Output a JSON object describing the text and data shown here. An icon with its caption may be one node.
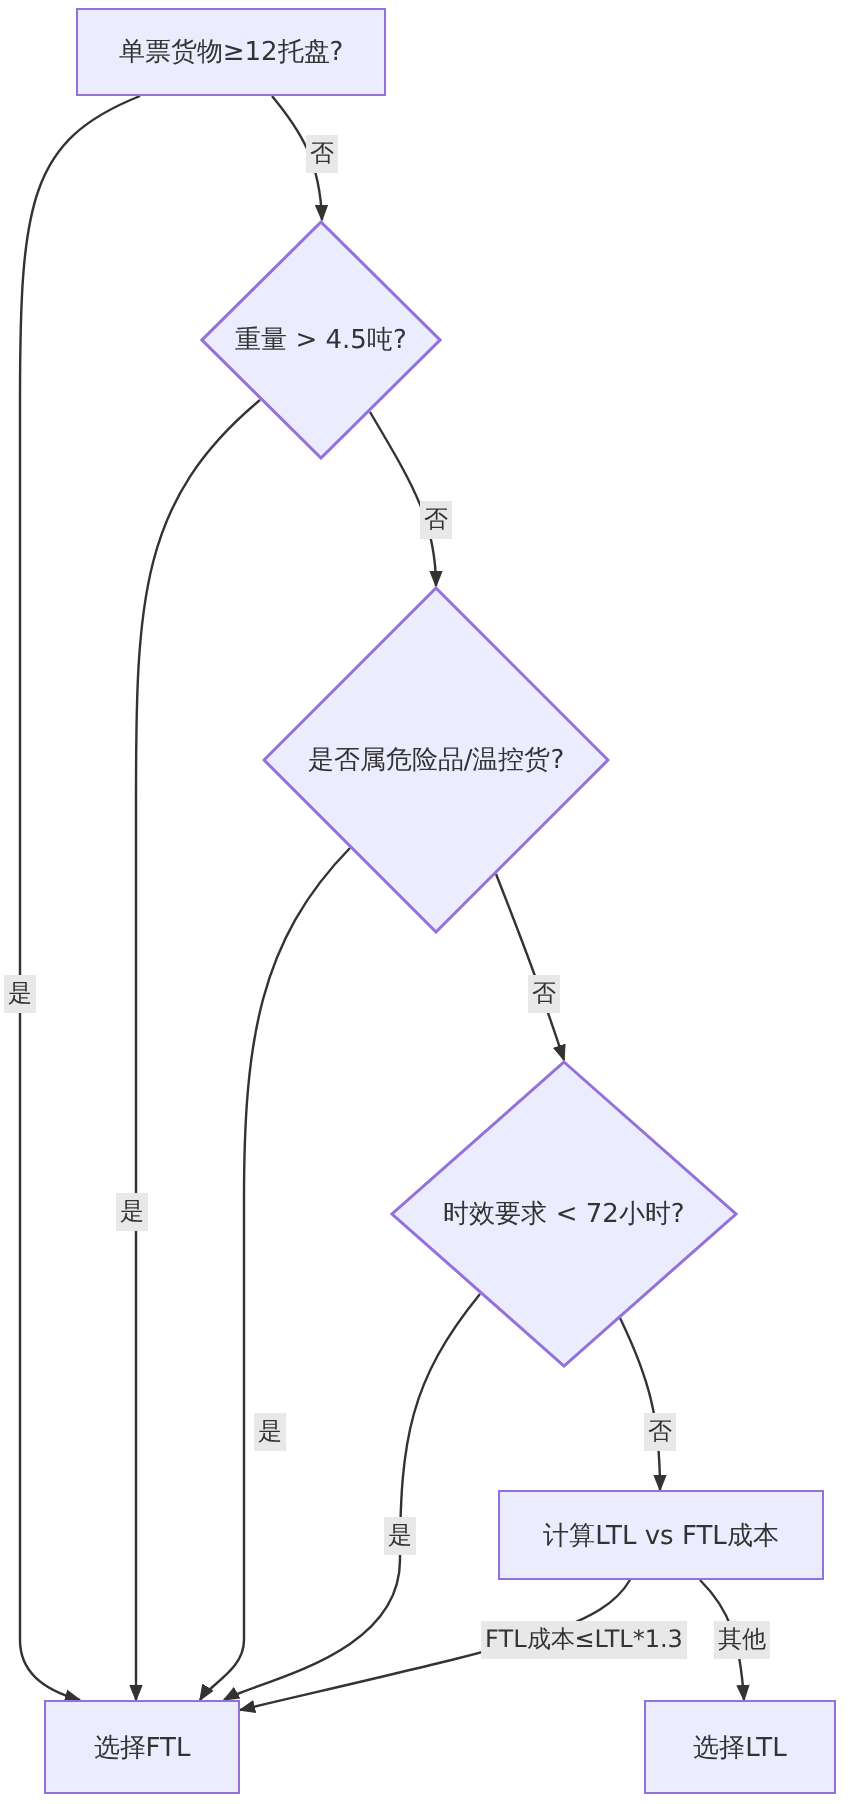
{
  "diagram": {
    "nodes": [
      {
        "text": [
          "单票货物≥12托盘?"
        ]
      },
      {
        "text": [
          "重量 > 4.5吨?"
        ]
      },
      {
        "text": [
          "是否属危险品/温控货?"
        ]
      },
      {
        "text": [
          "时效要求 < 72小时?"
        ]
      },
      {
        "text": [
          "计算LTL vs FTL成本"
        ]
      },
      {
        "text": [
          "选择FTL"
        ]
      },
      {
        "text": [
          "选择LTL"
        ]
      }
    ],
    "edges": [
      {
        "from": 0,
        "to": 1,
        "label": "否",
        "arrow": "to"
      },
      {
        "from": 0,
        "to": 5,
        "label": "是",
        "arrow": "to"
      },
      {
        "from": 1,
        "to": 2,
        "label": "否",
        "arrow": "to"
      },
      {
        "from": 1,
        "to": 5,
        "label": "是",
        "arrow": "to"
      },
      {
        "from": 2,
        "to": 3,
        "label": "否",
        "arrow": "to"
      },
      {
        "from": 2,
        "to": 5,
        "label": "是",
        "arrow": "to"
      },
      {
        "from": 3,
        "to": 4,
        "label": "否",
        "arrow": "to"
      },
      {
        "from": 3,
        "to": 5,
        "label": "是",
        "arrow": "to"
      },
      {
        "from": 4,
        "to": 5,
        "label": "FTL成本≤LTL*1.3",
        "arrow": "to"
      },
      {
        "from": 4,
        "to": 6,
        "label": "其他",
        "arrow": "to"
      }
    ]
  }
}
